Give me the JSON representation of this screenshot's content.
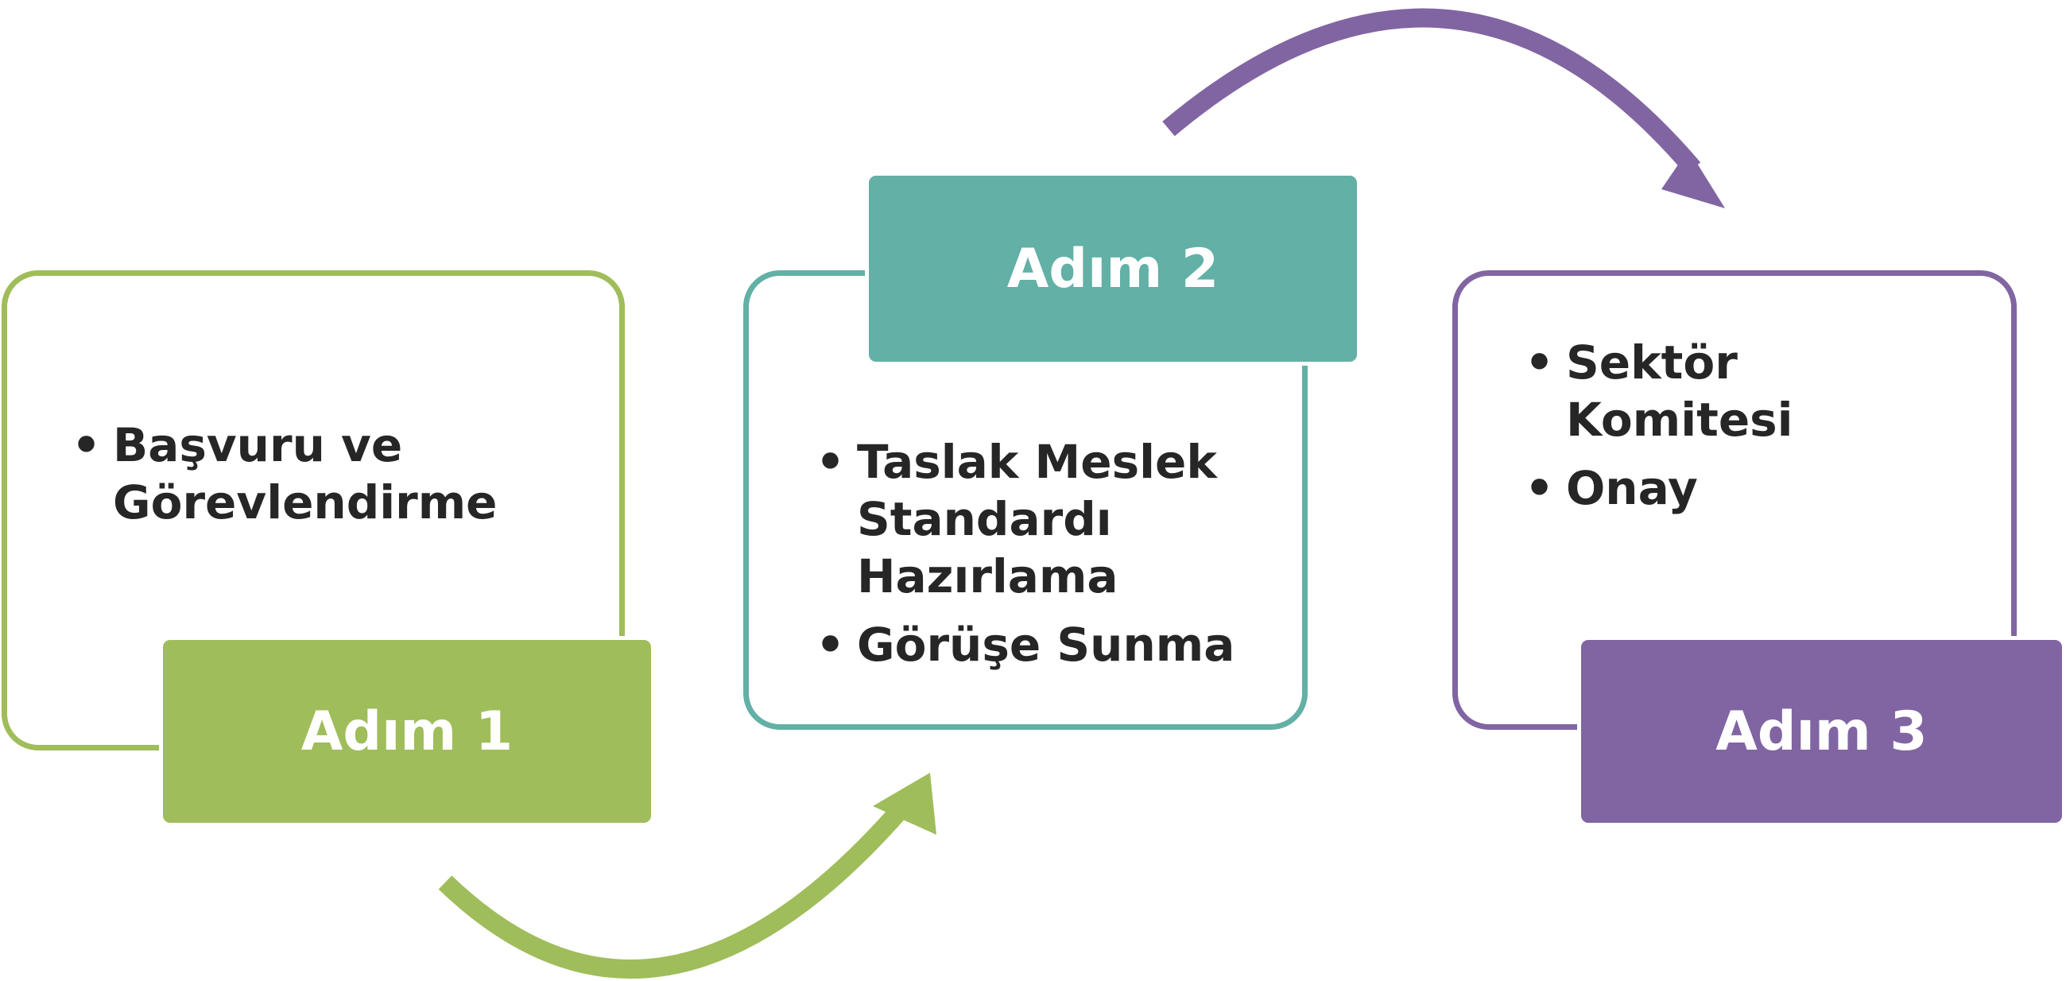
{
  "steps": [
    {
      "label": "Adım 1",
      "items": [
        "Başvuru ve Görevlendirme"
      ],
      "color": "#9fbd5a"
    },
    {
      "label": "Adım 2",
      "items": [
        "Taslak Meslek Standardı Hazırlama",
        "Görüşe Sunma"
      ],
      "color": "#62b0a6"
    },
    {
      "label": "Adım 3",
      "items": [
        "Sektör Komitesi",
        "Onay"
      ],
      "color": "#8165a2"
    }
  ],
  "arrows": [
    {
      "from": "Adım 1",
      "to": "Adım 2",
      "color": "#9fbd5a",
      "icon": "curved-arrow-icon"
    },
    {
      "from": "Adım 2",
      "to": "Adım 3",
      "color": "#8165a2",
      "icon": "curved-arrow-icon"
    }
  ]
}
